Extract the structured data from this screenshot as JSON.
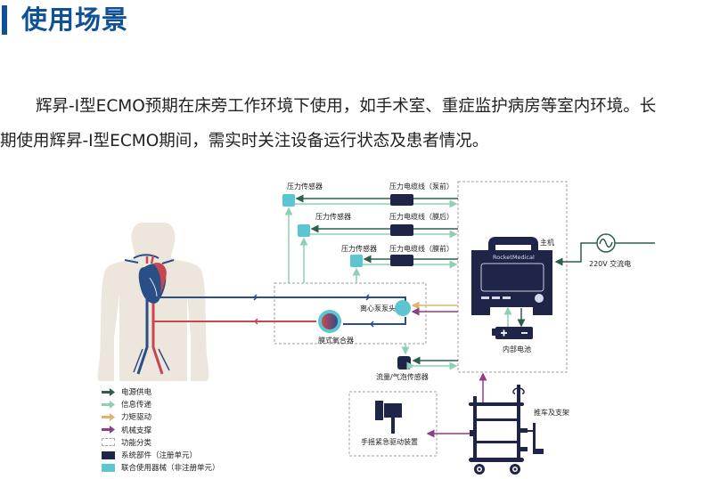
{
  "header": {
    "title": "使用场景"
  },
  "intro": {
    "line1": "辉昇-I型ECMO预期在床旁工作环境下使用，如手术室、重症监护病房等室内环境。长",
    "line2": "期使用辉昇-I型ECMO期间，需实时关注设备运行状态及患者情况。"
  },
  "diagram": {
    "sensors": [
      {
        "label": "压力传感器",
        "cable": "压力电缆线（泵前）"
      },
      {
        "label": "压力传感器",
        "cable": "压力电缆线（膜后）"
      },
      {
        "label": "压力传感器",
        "cable": "压力电缆线（膜前）"
      }
    ],
    "host_label": "主机",
    "brand": "RocketMedical",
    "power_label": "220V  交流电",
    "battery_label": "内部电池",
    "pump_label": "离心泵泵头",
    "oxygenator_label": "膜式氧合器",
    "flow_sensor_label": "流量/气泡传感器",
    "cart_label": "推车及支架",
    "hand_crank_label": "手摇紧急驱动装置",
    "icons": {
      "ac_power": "ac-sine-icon",
      "battery": "battery-icon",
      "cart": "cart-icon",
      "hand_crank": "hand-crank-icon",
      "body": "human-body-icon"
    }
  },
  "legend": {
    "items": [
      {
        "label": "电源供电",
        "type": "arrow",
        "color": "#2f5e4e"
      },
      {
        "label": "信息传递",
        "type": "arrow",
        "color": "#8fd0b3"
      },
      {
        "label": "力矩驱动",
        "type": "arrow",
        "color": "#e0b36a"
      },
      {
        "label": "机械支撑",
        "type": "arrow",
        "color": "#8e3f86"
      },
      {
        "label": "功能分类",
        "type": "dashed-box",
        "color": "#aaaaaa"
      },
      {
        "label": "系统部件（注册单元）",
        "type": "box",
        "color": "#1f2548"
      },
      {
        "label": "联合使用器械（非注册单元）",
        "type": "box",
        "color": "#5bc6d2"
      }
    ]
  },
  "colors": {
    "brand_blue": "#0e5196",
    "navy": "#1f2548",
    "teal": "#5bc6d2",
    "power": "#2f5e4e",
    "info": "#8fd0b3",
    "torque": "#e0b36a",
    "mechanical": "#8e3f86",
    "venous": "#2a4f86",
    "arterial": "#c8474e"
  }
}
